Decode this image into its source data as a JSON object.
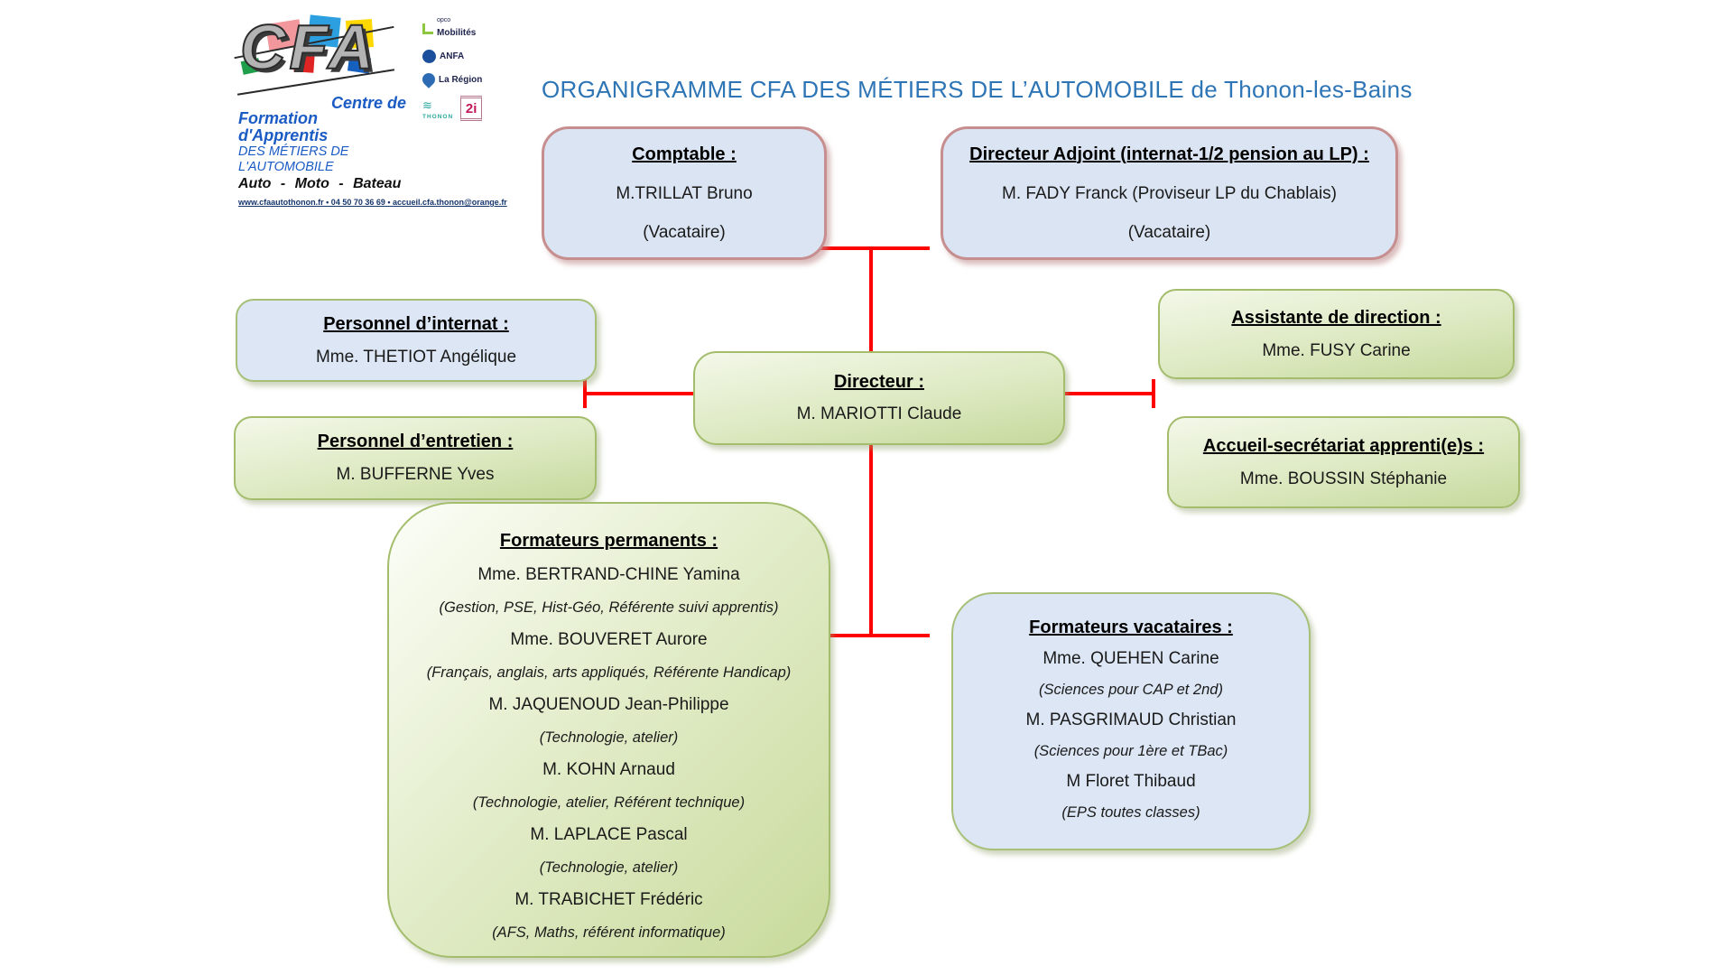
{
  "header": {
    "title": "ORGANIGRAMME CFA DES MÉTIERS DE L’AUTOMOBILE de Thonon-les-Bains"
  },
  "logo": {
    "acronym": "CFA",
    "line1": "Centre de",
    "line2": "Formation d'Apprentis",
    "line3": "DES MÉTIERS DE L'AUTOMOBILE",
    "line4": "Auto - Moto - Bateau",
    "contact": "www.cfaautothonon.fr • 04 50 70 36 69 • accueil.cfa.thonon@orange.fr",
    "partners": {
      "mobilites": {
        "subtext": "opco",
        "label": "Mobilités"
      },
      "anfa": {
        "label": "ANFA"
      },
      "region": {
        "label": "La Région"
      },
      "thonon": {
        "label": "THONON"
      },
      "deuxi": {
        "label": "2i"
      }
    }
  },
  "colors": {
    "title_blue": "#2e75b6",
    "red_line": "#ff0000",
    "blue_fill": "#dce6f4",
    "pink_border": "#c68e8e",
    "green_border": "#a3bd6d",
    "green_fill_light": "#f3f8e9",
    "green_fill_dark": "#c6d99c"
  },
  "boxes": {
    "comptable": {
      "title": "Comptable :",
      "lines": [
        "M.TRILLAT Bruno",
        "(Vacataire)"
      ]
    },
    "directeur_adjoint": {
      "title": "Directeur Adjoint (internat-1/2 pension au LP) :",
      "lines": [
        "M. FADY Franck (Proviseur LP du Chablais)",
        "(Vacataire)"
      ]
    },
    "personnel_internat": {
      "title": "Personnel d’internat :",
      "lines": [
        "Mme. THETIOT Angélique"
      ]
    },
    "personnel_entretien": {
      "title": "Personnel d’entretien :",
      "lines": [
        "M. BUFFERNE Yves"
      ]
    },
    "directeur": {
      "title": "Directeur :",
      "lines": [
        "M. MARIOTTI Claude"
      ]
    },
    "assistante": {
      "title": "Assistante de direction :",
      "lines": [
        "Mme. FUSY Carine"
      ]
    },
    "accueil": {
      "title": "Accueil-secrétariat apprenti(e)s :",
      "lines": [
        "Mme. BOUSSIN Stéphanie"
      ]
    },
    "formateurs_permanents": {
      "title": "Formateurs permanents :",
      "members": [
        {
          "name": "Mme. BERTRAND-CHINE Yamina",
          "subjects": "(Gestion, PSE, Hist-Géo, Référente suivi apprentis)"
        },
        {
          "name": "Mme. BOUVERET Aurore",
          "subjects": "(Français, anglais, arts appliqués, Référente Handicap)"
        },
        {
          "name": "M. JAQUENOUD Jean-Philippe",
          "subjects": "(Technologie, atelier)"
        },
        {
          "name": "M. KOHN Arnaud",
          "subjects": "(Technologie, atelier, Référent technique)"
        },
        {
          "name": "M. LAPLACE Pascal",
          "subjects": "(Technologie, atelier)"
        },
        {
          "name": "M. TRABICHET Frédéric",
          "subjects": "(AFS, Maths, référent informatique)"
        }
      ]
    },
    "formateurs_vacataires": {
      "title": "Formateurs vacataires :",
      "members": [
        {
          "name": "Mme. QUEHEN Carine",
          "subjects": "(Sciences pour CAP et 2nd)"
        },
        {
          "name": "M. PASGRIMAUD Christian",
          "subjects": "(Sciences pour 1ère et TBac)"
        },
        {
          "name": "M Floret Thibaud",
          "subjects": "(EPS toutes classes)"
        }
      ]
    }
  }
}
